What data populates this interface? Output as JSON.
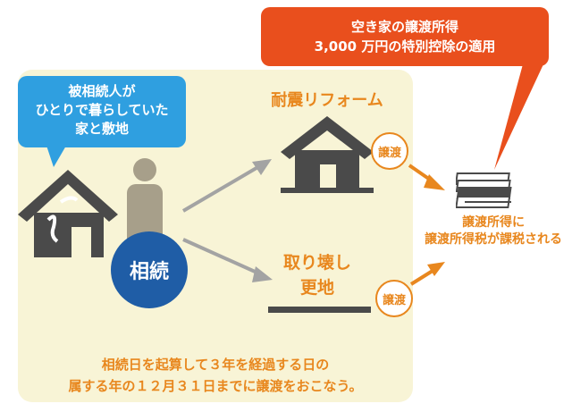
{
  "callout": {
    "text": "空き家の譲渡所得\n3,000 万円の特別控除の適用"
  },
  "speech_bubble": {
    "text": "被相続人が\nひとりで暮らしていた\n家と敷地"
  },
  "left": {
    "inherit_label": "相続"
  },
  "top_path": {
    "label": "耐震リフォーム",
    "transfer_label": "譲渡"
  },
  "bottom_path": {
    "label": "取り壊し\n更地",
    "transfer_label": "譲渡"
  },
  "result": {
    "text": "譲渡所得に\n譲渡所得税が課税される"
  },
  "footer": {
    "text": "相続日を起算して３年を経過する日の\n属する年の１２月３１日までに譲渡をおこなう。"
  },
  "colors": {
    "panel_bg": "#f8f4d6",
    "blue_bubble": "#2f9fe0",
    "red_callout": "#e94f1d",
    "accent_orange": "#e8871e",
    "house_gray": "#4a4a4a",
    "person_gray": "#a79f8a",
    "inherit_blue": "#1f5da6"
  },
  "icons": [
    "house-icon",
    "person-icon",
    "money-stack-icon",
    "arrow-icon"
  ]
}
